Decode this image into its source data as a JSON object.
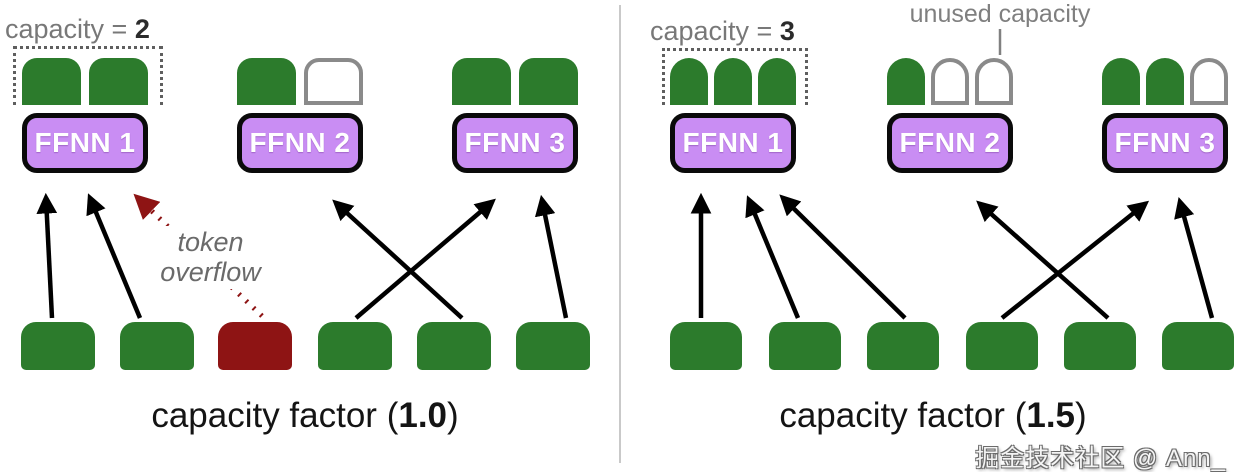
{
  "title": "Mixture-of-Experts capacity factor diagram",
  "colors": {
    "token_green": "#2c7b2c",
    "overflow_red": "#8e1414",
    "expert_purple_fill": "#c98df3",
    "expert_border": "#0a0a0a",
    "empty_slot_border": "#8a8a8a",
    "label_gray": "#787878",
    "arrow_black": "#000000",
    "divider_gray": "#c9c9c9"
  },
  "panels": [
    {
      "side": "left",
      "capacity_label": {
        "text": "capacity =",
        "value": "2"
      },
      "caption": {
        "prefix": "capacity factor (",
        "value": "1.0",
        "suffix": ")"
      },
      "experts": [
        {
          "label": "FFNN 1",
          "slots": [
            "filled",
            "filled"
          ]
        },
        {
          "label": "FFNN 2",
          "slots": [
            "filled",
            "empty"
          ]
        },
        {
          "label": "FFNN 3",
          "slots": [
            "filled",
            "filled"
          ]
        }
      ],
      "tokens": [
        {
          "state": "routed",
          "expert": "FFNN 1"
        },
        {
          "state": "routed",
          "expert": "FFNN 1"
        },
        {
          "state": "overflow",
          "expert": "FFNN 1 (dropped)"
        },
        {
          "state": "routed",
          "expert": "FFNN 3"
        },
        {
          "state": "routed",
          "expert": "FFNN 2"
        },
        {
          "state": "routed",
          "expert": "FFNN 3"
        }
      ],
      "overflow_label": [
        "token",
        "overflow"
      ]
    },
    {
      "side": "right",
      "capacity_label": {
        "text": "capacity =",
        "value": "3"
      },
      "unused_capacity_label": "unused capacity",
      "caption": {
        "prefix": "capacity factor (",
        "value": "1.5",
        "suffix": ")"
      },
      "experts": [
        {
          "label": "FFNN 1",
          "slots": [
            "filled",
            "filled",
            "filled"
          ]
        },
        {
          "label": "FFNN 2",
          "slots": [
            "filled",
            "empty",
            "empty"
          ]
        },
        {
          "label": "FFNN 3",
          "slots": [
            "filled",
            "filled",
            "empty"
          ]
        }
      ],
      "tokens": [
        {
          "state": "routed",
          "expert": "FFNN 1"
        },
        {
          "state": "routed",
          "expert": "FFNN 1"
        },
        {
          "state": "routed",
          "expert": "FFNN 1"
        },
        {
          "state": "routed",
          "expert": "FFNN 3"
        },
        {
          "state": "routed",
          "expert": "FFNN 2"
        },
        {
          "state": "routed",
          "expert": "FFNN 3"
        }
      ]
    }
  ],
  "watermark": "掘金技术社区 @ Ann_"
}
